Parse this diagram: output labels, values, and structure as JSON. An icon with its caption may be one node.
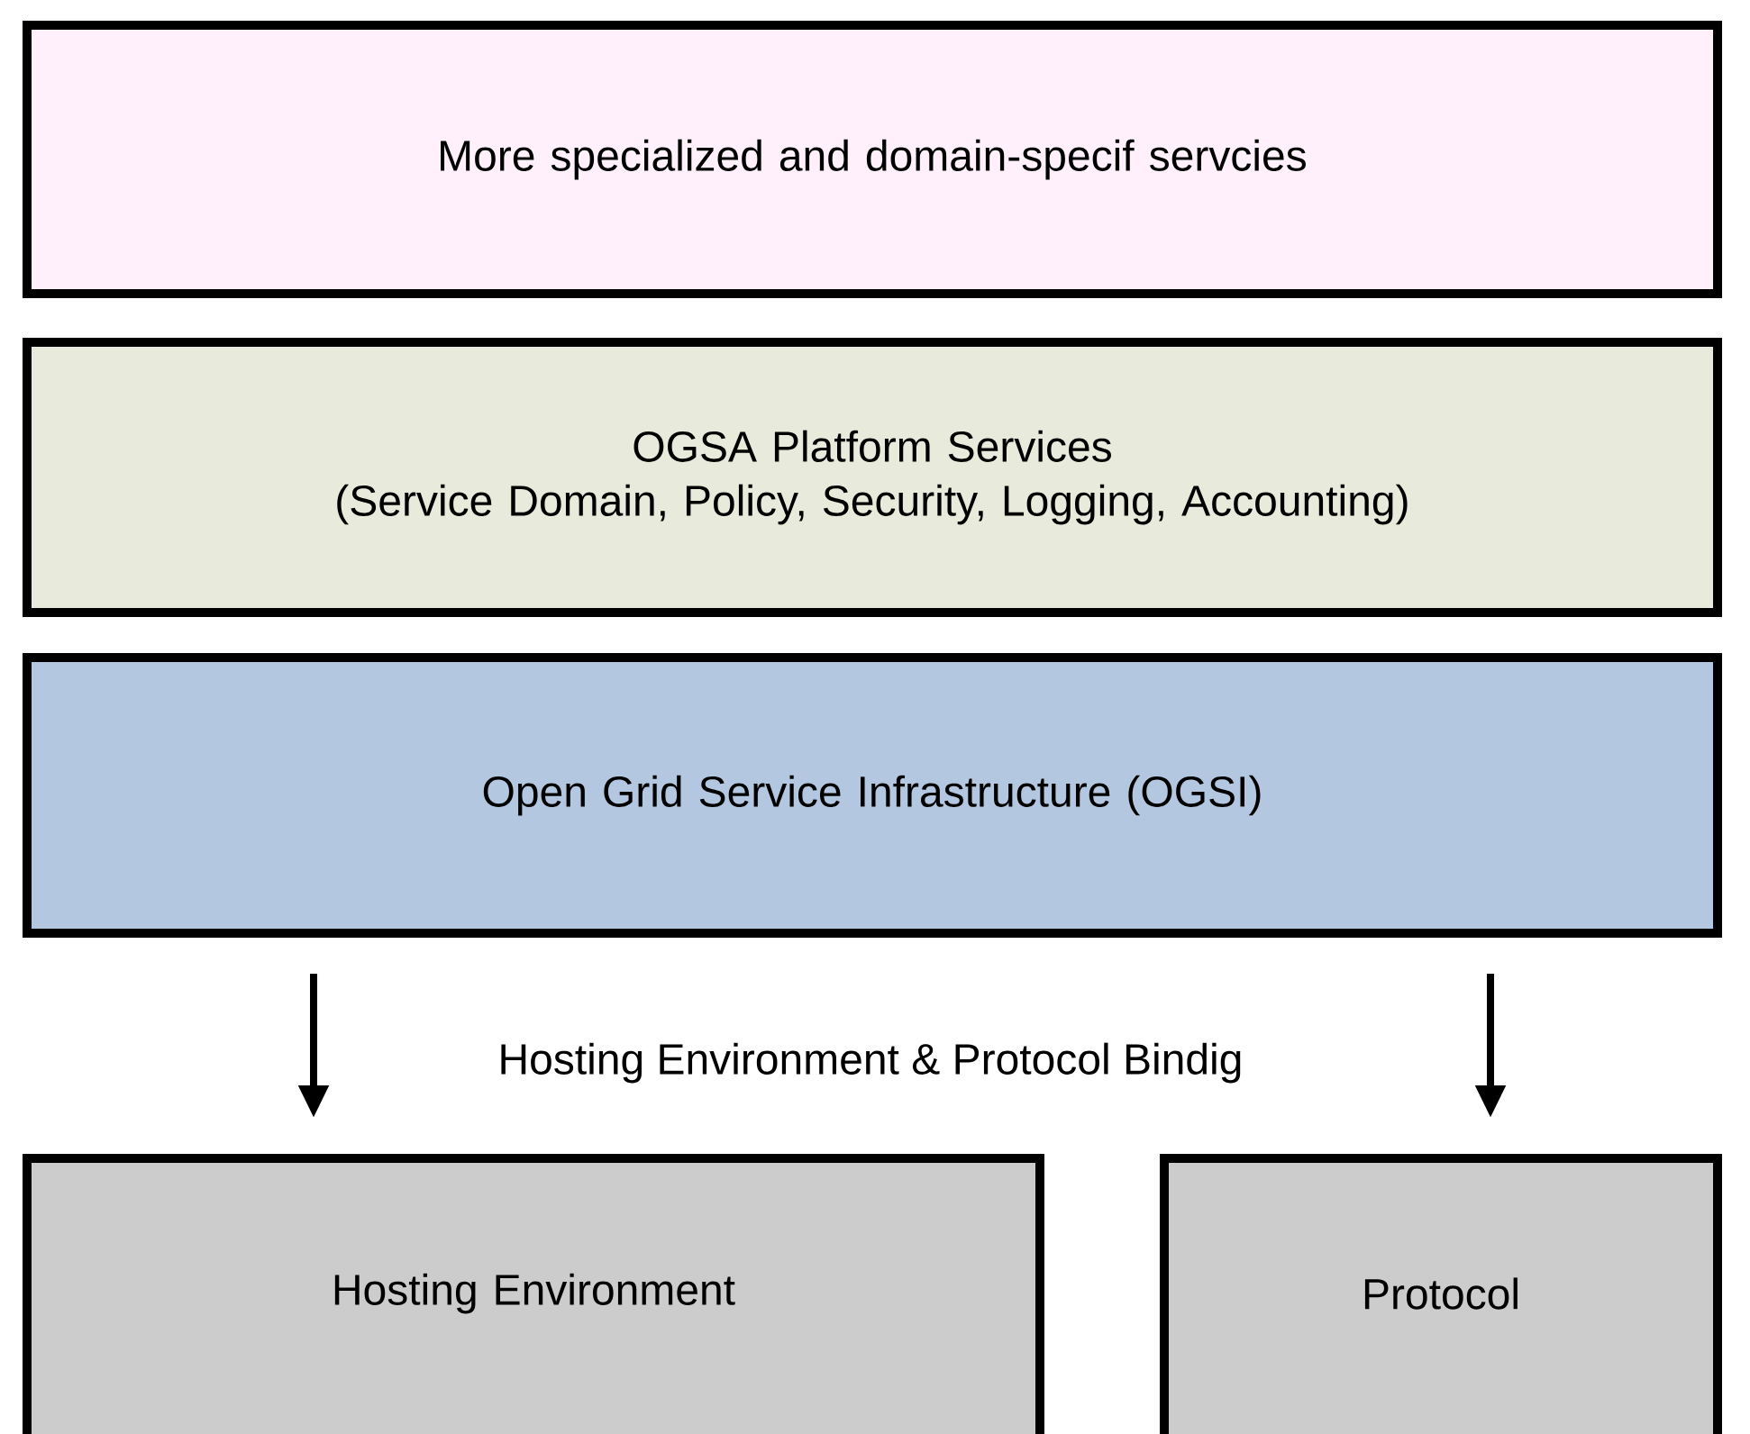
{
  "diagram": {
    "nodes": [
      {
        "text": [
          "More specialized and domain-specif servcies"
        ]
      },
      {
        "text": [
          "OGSA Platform Services",
          "(Service Domain, Policy, Security, Logging, Accounting)"
        ]
      },
      {
        "text": [
          "Open Grid Service Infrastructure (OGSI)"
        ]
      },
      {
        "text": [
          "Hosting Environment"
        ]
      },
      {
        "text": [
          "Protocol"
        ]
      }
    ],
    "edges": [
      {
        "from": 2,
        "to": 3,
        "arrow": "to"
      },
      {
        "from": 2,
        "to": 4,
        "arrow": "to"
      }
    ],
    "labels": [
      "Hosting Environment & Protocol Bindig"
    ]
  }
}
